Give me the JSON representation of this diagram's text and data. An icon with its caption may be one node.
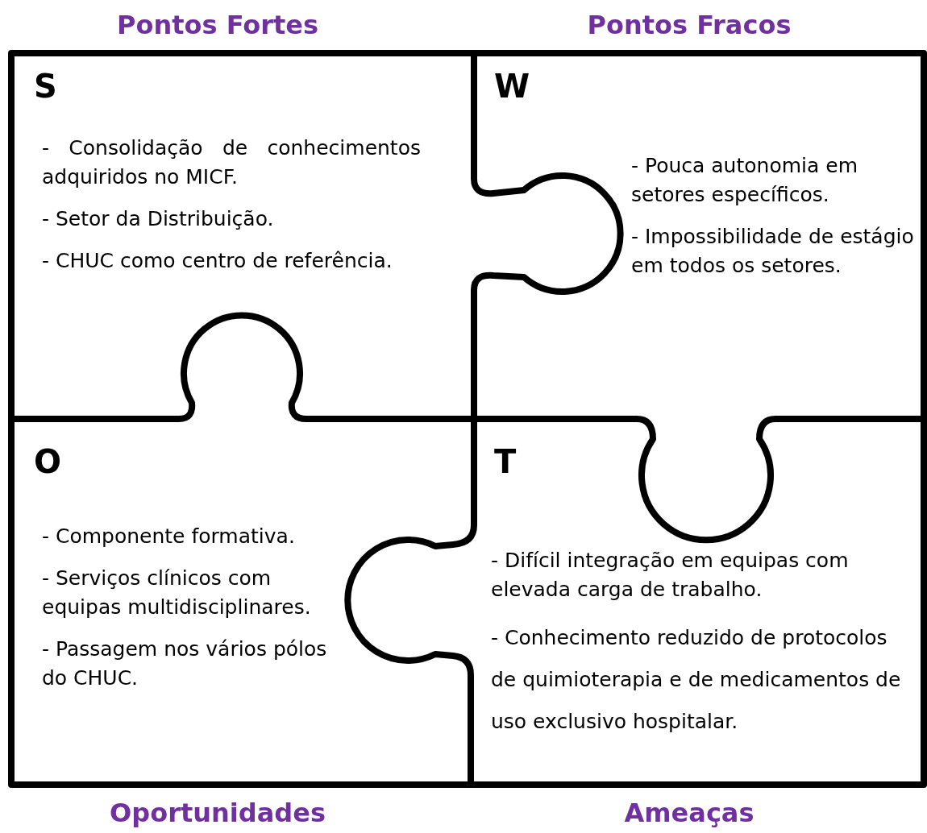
{
  "diagram": {
    "nodes": [
      {
        "text": [
          "Pontos Fortes",
          "S",
          "- Consolidação de conhecimentos adquiridos no MICF.",
          "- Setor da Distribuição.",
          "- CHUC como centro de referência."
        ]
      },
      {
        "text": [
          "Pontos Fracos",
          "W",
          "- Pouca autonomia em setores específicos.",
          "- Impossibilidade de estágio em todos os setores."
        ]
      },
      {
        "text": [
          "Oportunidades",
          "O",
          "- Componente formativa.",
          "- Serviços clínicos com equipas multidisciplinares.",
          "- Passagem nos vários pólos do CHUC."
        ]
      },
      {
        "text": [
          "Ameaças",
          "T",
          "- Difícil integração em equipas com elevada carga de trabalho.",
          "- Conhecimento reduzido de protocolos de quimioterapia e de medicamentos de uso exclusivo hospitalar."
        ]
      }
    ],
    "edges": []
  }
}
